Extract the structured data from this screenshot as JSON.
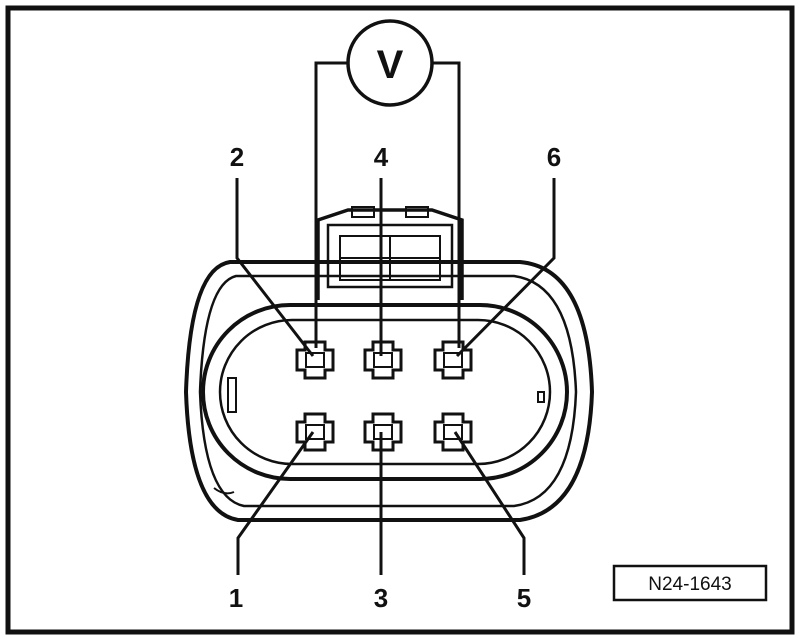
{
  "meter": {
    "symbol": "V"
  },
  "pins": [
    {
      "id": "pin-1",
      "label": "1"
    },
    {
      "id": "pin-2",
      "label": "2"
    },
    {
      "id": "pin-3",
      "label": "3"
    },
    {
      "id": "pin-4",
      "label": "4"
    },
    {
      "id": "pin-5",
      "label": "5"
    },
    {
      "id": "pin-6",
      "label": "6"
    }
  ],
  "reference_code": "N24-1643"
}
